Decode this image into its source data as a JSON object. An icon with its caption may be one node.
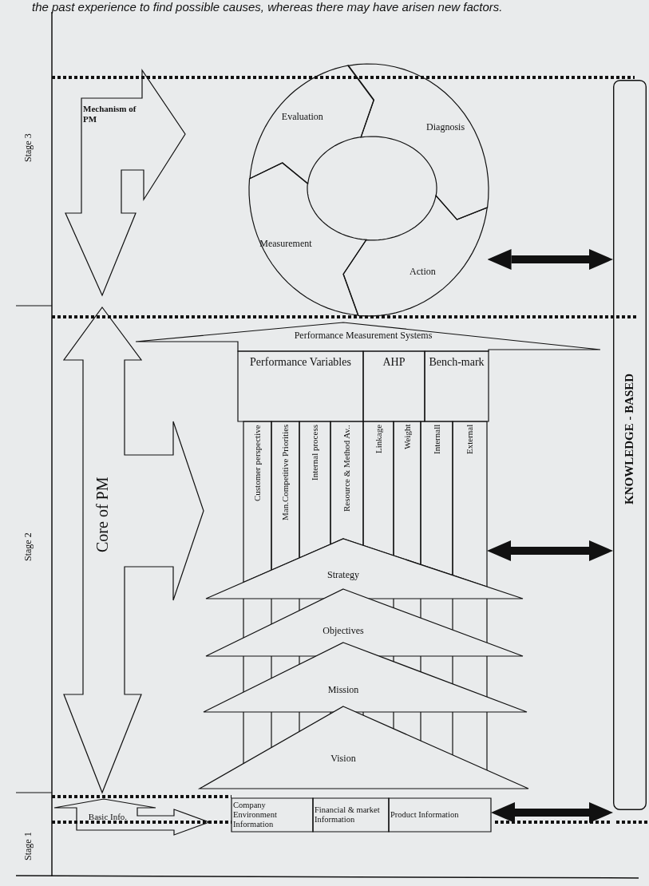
{
  "diagram": {
    "nodes": [
      {
        "text": [
          "Mechanism of PM"
        ]
      },
      {
        "text": [
          "Evaluation"
        ]
      },
      {
        "text": [
          "Diagnosis"
        ]
      },
      {
        "text": [
          "Measurement"
        ]
      },
      {
        "text": [
          "Action"
        ]
      },
      {
        "text": [
          "Performance Measurement Systems"
        ]
      },
      {
        "text": [
          "Performance Variables"
        ]
      },
      {
        "text": [
          "AHP"
        ]
      },
      {
        "text": [
          "Bench-mark"
        ]
      },
      {
        "text": [
          "Customer perspective"
        ]
      },
      {
        "text": [
          "Man.Competitive Priorities"
        ]
      },
      {
        "text": [
          "Internal process"
        ]
      },
      {
        "text": [
          "Resource & Method Av.."
        ]
      },
      {
        "text": [
          "Linkage"
        ]
      },
      {
        "text": [
          "Weight"
        ]
      },
      {
        "text": [
          "Internall"
        ]
      },
      {
        "text": [
          "External"
        ]
      },
      {
        "text": [
          "Strategy"
        ]
      },
      {
        "text": [
          "Objectives"
        ]
      },
      {
        "text": [
          "Mission"
        ]
      },
      {
        "text": [
          "Vision"
        ]
      },
      {
        "text": [
          "Core of PM"
        ]
      },
      {
        "text": [
          "Basic Info."
        ]
      },
      {
        "text": [
          "Company Environment Information"
        ]
      },
      {
        "text": [
          "Financial & market Information"
        ]
      },
      {
        "text": [
          "Product Information"
        ]
      },
      {
        "text": [
          "KNOWLEDGE - BASED"
        ]
      }
    ],
    "edges": [
      {
        "from": 4,
        "to": 26,
        "arrow": "both"
      },
      {
        "from": 16,
        "to": 26,
        "arrow": "both"
      },
      {
        "from": 25,
        "to": 26,
        "arrow": "both"
      }
    ],
    "labels": [
      "the past experience to find possible causes, whereas there may have arisen new factors.",
      "Stage 3",
      "Stage 2",
      "Stage 1"
    ]
  }
}
